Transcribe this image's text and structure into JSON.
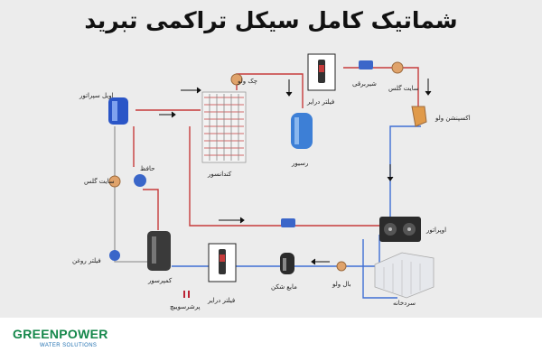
{
  "title": "شماتیک کامل سیکل تراکمی تبرید",
  "brand": {
    "name": "GREENPOWER",
    "tagline": "WATER SOLUTIONS"
  },
  "labels": {
    "check_valve": "چک ولو",
    "filter_dryer_top": "فیلتر درایر",
    "solenoid_valve": "شیربرقی",
    "sight_glass_top": "سایت گلس",
    "expansion_valve": "اکسپنشن ولو",
    "oil_separator": "اویل سپراتور",
    "receiver": "رسیور",
    "condenser": "کندانسور",
    "accumulator": "حافظ",
    "sight_glass_left": "سایت گلس",
    "evaporator": "اوپراتور",
    "oil_filter": "فیلتر روغن",
    "compressor": "کمپرسور",
    "filter_dryer_bottom": "فیلتر درایر",
    "liquid_trap": "مایع شکن",
    "ball_valve": "بال ولو",
    "cold_room": "سردخانه",
    "pressure_switch": "پرشرسوییچ"
  }
}
